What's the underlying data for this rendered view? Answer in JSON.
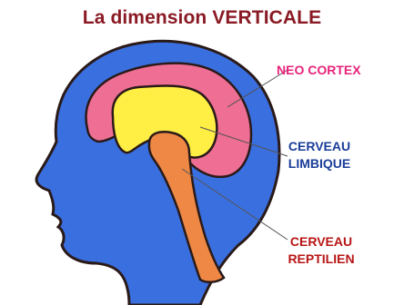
{
  "title": "La dimension VERTICALE",
  "labels": {
    "neo_cortex": "NEO CORTEX",
    "limbique_line1": "CERVEAU",
    "limbique_line2": "LIMBIQUE",
    "reptilien_line1": "CERVEAU",
    "reptilien_line2": "REPTILIEN"
  },
  "colors": {
    "title": "#8a1a24",
    "head_fill": "#3a6fe0",
    "outline": "#2a1a18",
    "neo_cortex_fill": "#ee6e94",
    "limbique_fill": "#ffee44",
    "reptilien_fill": "#ee8844",
    "neo_label": "#e8237a",
    "limbique_label": "#1a3d99",
    "reptilien_label": "#b81515",
    "leader_line": "#555555"
  }
}
